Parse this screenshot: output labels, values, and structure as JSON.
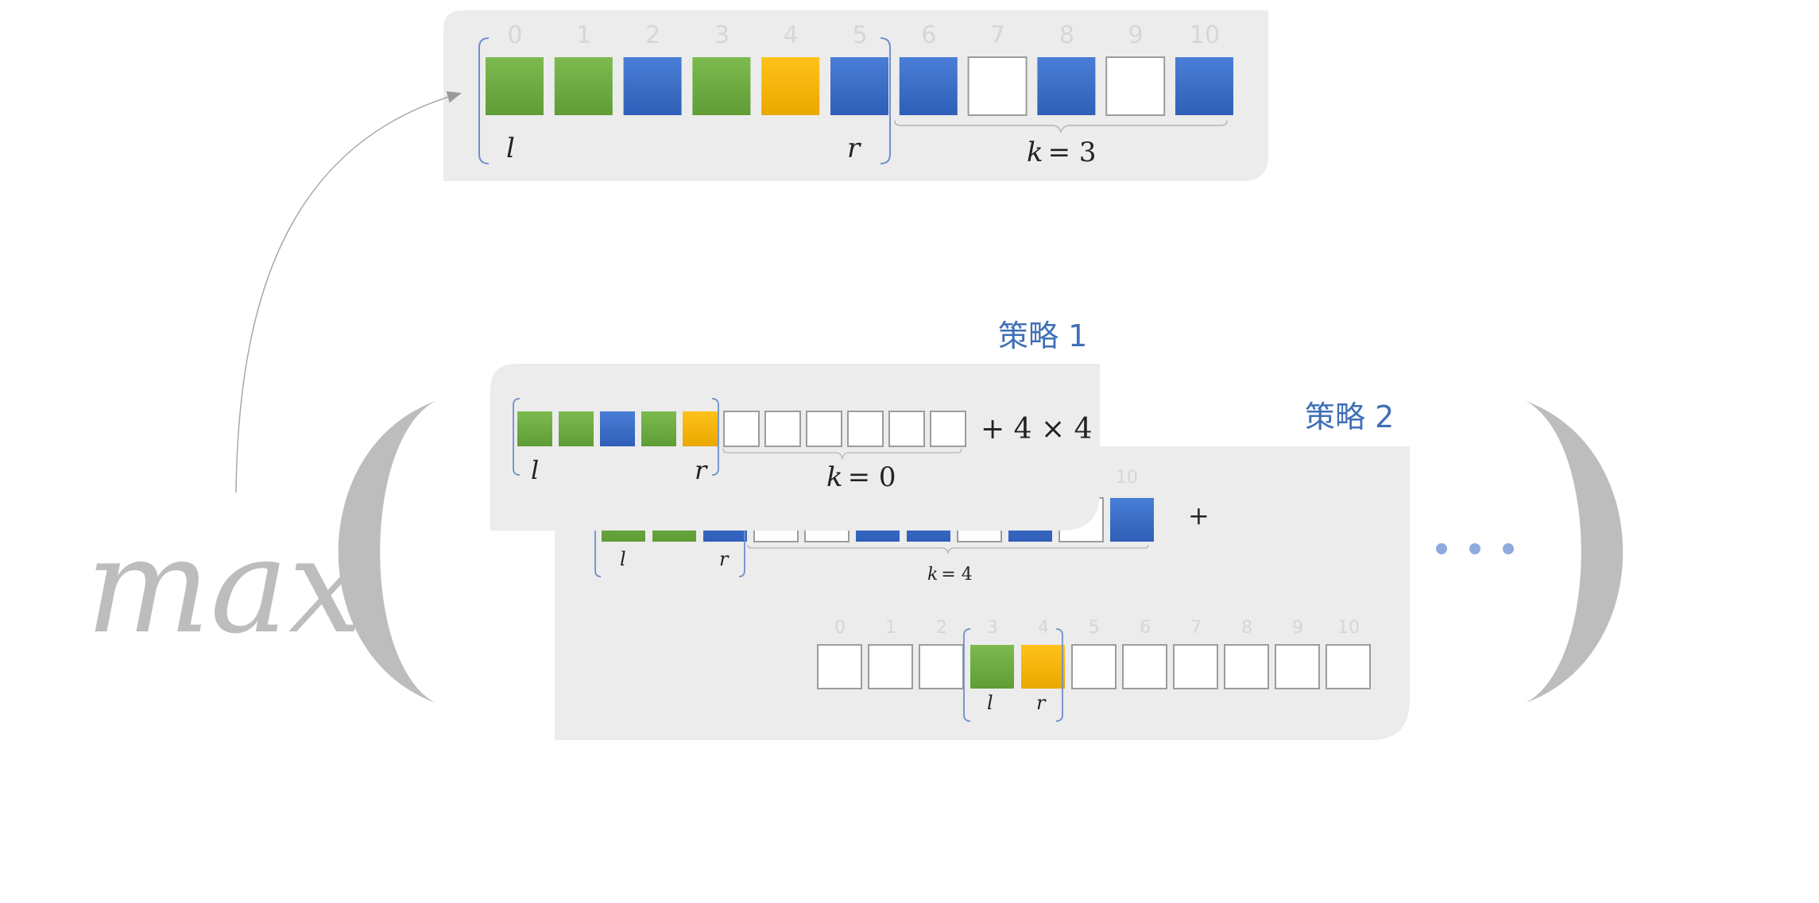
{
  "colors": {
    "green": "#6aaa3e",
    "blue": "#3a6cc9",
    "yellow": "#f5b400",
    "empty": "#ffffff",
    "bracket": "#6f8fc9",
    "panel": "#ececec",
    "label": "#3f6fb6"
  },
  "top_panel": {
    "indices": [
      "0",
      "1",
      "2",
      "3",
      "4",
      "5",
      "6",
      "7",
      "8",
      "9",
      "10"
    ],
    "boxes": [
      "green",
      "green",
      "blue",
      "green",
      "yellow",
      "blue",
      "blue",
      "empty",
      "blue",
      "empty",
      "blue"
    ],
    "l_label": "l",
    "r_label": "r",
    "k_var": "k",
    "k_eq": "= 3"
  },
  "max_label": "max",
  "strategy1": {
    "title": "策略 1",
    "boxes": [
      "green",
      "green",
      "blue",
      "green",
      "yellow",
      "empty",
      "empty",
      "empty",
      "empty",
      "empty",
      "empty"
    ],
    "l_label": "l",
    "r_label": "r",
    "k_var": "k",
    "k_eq": "= 0",
    "plus_expr": "+ 4 × 4"
  },
  "strategy2": {
    "title": "策略 2",
    "row1_index_visible": "10",
    "row1_boxes": [
      "green",
      "green",
      "blue",
      "empty",
      "empty",
      "blue",
      "blue",
      "empty",
      "blue",
      "empty",
      "blue"
    ],
    "row1_l": "l",
    "row1_r": "r",
    "row1_k_var": "k",
    "row1_k_eq": "= 4",
    "row1_plus": "+",
    "row2_indices": [
      "0",
      "1",
      "2",
      "3",
      "4",
      "5",
      "6",
      "7",
      "8",
      "9",
      "10"
    ],
    "row2_boxes": [
      "empty",
      "empty",
      "empty",
      "green",
      "yellow",
      "empty",
      "empty",
      "empty",
      "empty",
      "empty",
      "empty"
    ],
    "row2_l": "l",
    "row2_r": "r"
  },
  "ellipsis": "• • •"
}
